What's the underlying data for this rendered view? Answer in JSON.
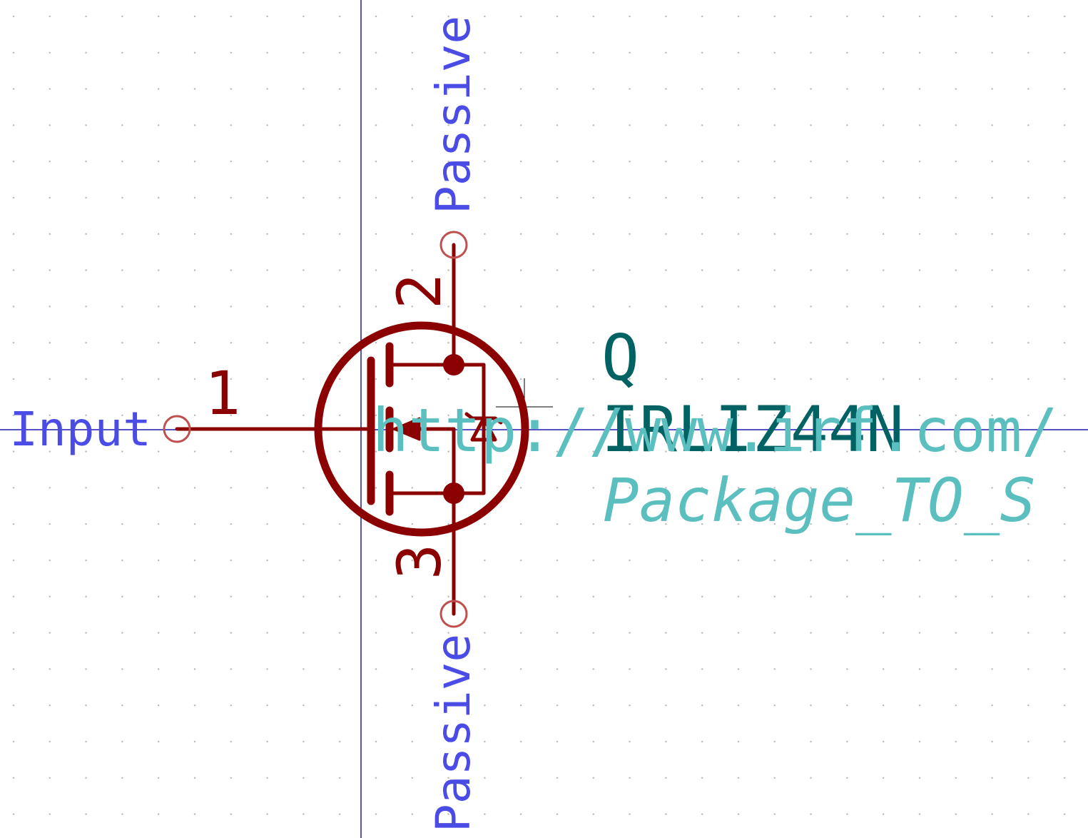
{
  "symbol": {
    "reference": "Q",
    "value": "IRLIZ44N",
    "datasheet": "http://www.irf.com/",
    "footprint": "Package_TO_S"
  },
  "pins": [
    {
      "number": "1",
      "type": "Input"
    },
    {
      "number": "2",
      "type": "Passive"
    },
    {
      "number": "3",
      "type": "Passive"
    }
  ],
  "colors": {
    "body": "#8b0000",
    "pin_type": "#4b4be6",
    "reference": "#006262",
    "fields": "#5cbfbf",
    "axis": "#1a1ab3",
    "grid": "#b5b5b5"
  }
}
